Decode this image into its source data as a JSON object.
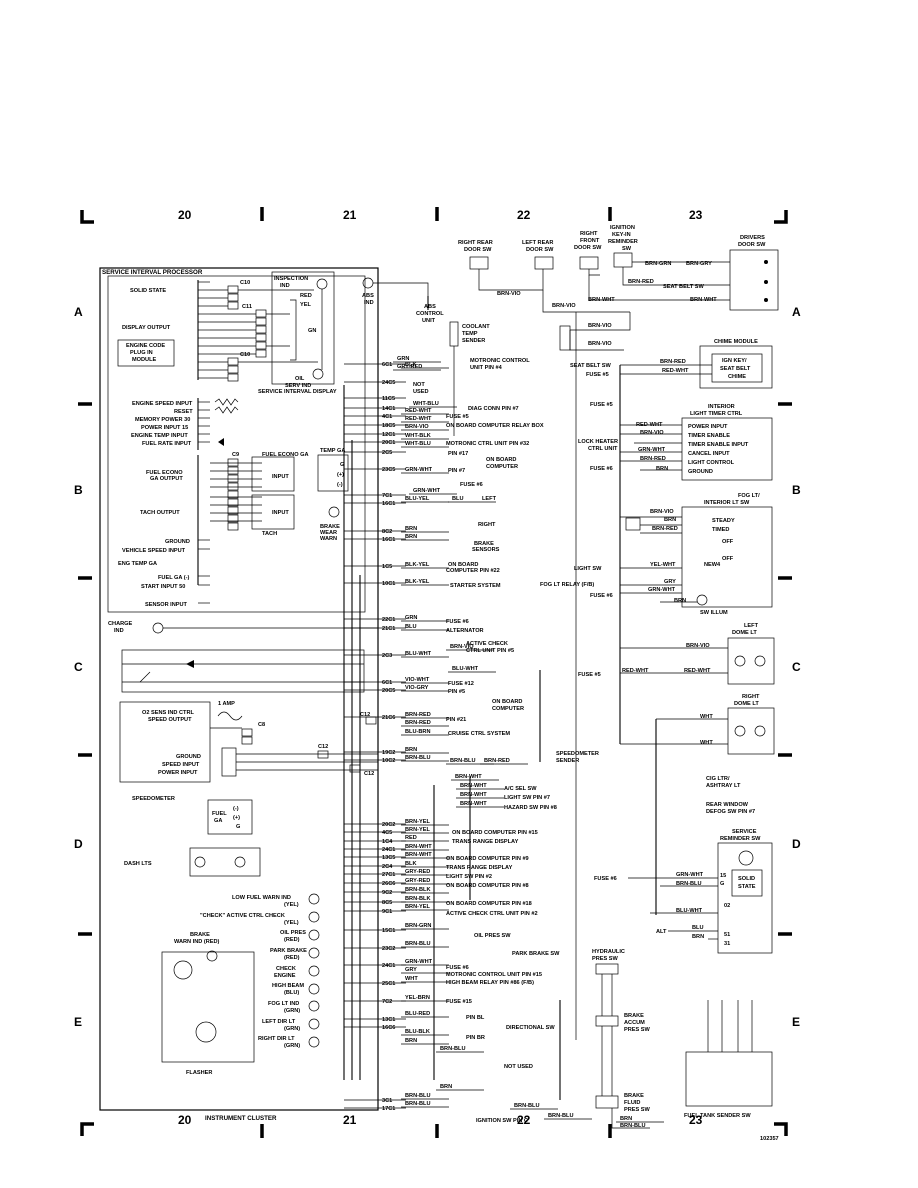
{
  "grid": {
    "columns": [
      "20",
      "21",
      "22",
      "23"
    ],
    "rows": [
      "A",
      "B",
      "C",
      "D",
      "E"
    ]
  },
  "modules": {
    "service_interval_processor": "SERVICE INTERVAL PROCESSOR",
    "solid_state": "SOLID STATE",
    "display_output": "DISPLAY OUTPUT",
    "engine_code_plug": [
      "ENGINE CODE",
      "PLUG IN",
      "MODULE"
    ],
    "inspection_ind": [
      "INSPECTION",
      "IND"
    ],
    "oil_serv_ind": [
      "OIL",
      "SERV IND"
    ],
    "service_interval_display": "SERVICE INTERVAL DISPLAY",
    "red": "RED",
    "yel": "YEL",
    "gn": "GN",
    "c10": "C10",
    "c11": "C11",
    "fuel_econo_ga": "FUEL ECONO GA",
    "c9": "C9",
    "input": "INPUT",
    "tach": "TACH",
    "temp_ga": "TEMP GA",
    "g": "G",
    "plus": "(+)",
    "minus": "(-)",
    "speedometer": "SPEEDOMETER",
    "o2_sens": [
      "O2 SENS IND CTRL",
      "SPEED OUTPUT"
    ],
    "one_amp": "1 AMP",
    "c8": "C8",
    "c12": "C12",
    "instrument_cluster": "INSTRUMENT CLUSTER",
    "flasher": "FLASHER",
    "brake_warn_ind": [
      "BRAKE",
      "WARN IND (RED)"
    ],
    "charge_ind": [
      "CHARGE",
      "IND"
    ],
    "dash_lts": "DASH LTS",
    "fuel_ga": [
      "FUEL",
      "GA"
    ]
  },
  "left_labels": [
    "ENGINE SPEED INPUT",
    "RESET",
    "MEMORY POWER 30",
    "POWER INPUT 15",
    "ENGINE TEMP INPUT",
    "FUEL RATE INPUT"
  ],
  "left_labels2": {
    "fuel_econo_output": [
      "FUEL ECONO",
      "GA OUTPUT"
    ],
    "tach_output": "TACH OUTPUT",
    "ground": "GROUND",
    "vehicle_speed_input": "VEHICLE SPEED INPUT",
    "eng_temp_ga": "ENG TEMP GA",
    "fuel_ga_neg": "FUEL GA (-)",
    "start_input_50": "START INPUT 50",
    "sensor_input": "SENSOR INPUT"
  },
  "speedo_labels": [
    "GROUND",
    "SPEED INPUT",
    "POWER INPUT"
  ],
  "warn_lamps": [
    "LOW FUEL WARN IND",
    "(YEL)",
    "\"CHECK\" ACTIVE CTRL CHECK",
    "(YEL)",
    "OIL PRES",
    "(RED)",
    "PARK BRAKE",
    "(RED)",
    "CHECK",
    "ENGINE",
    "HIGH BEAM",
    "(BLU)",
    "FOG LT IND",
    "(GRN)",
    "LEFT DIR LT",
    "(GRN)",
    "RIGHT DIR LT",
    "(GRN)"
  ],
  "pins": [
    "6C1",
    "24C5",
    "11C5",
    "14C1",
    "4C1",
    "18C5",
    "12C1",
    "20C1",
    "2C5",
    "23C5",
    "7C1",
    "16C1",
    "8C2",
    "16C1",
    "1C5",
    "10C1",
    "22C1",
    "21C1",
    "2C3",
    "6C1",
    "20C5",
    "21C6",
    "19C2",
    "10C2",
    "20C2",
    "4C5",
    "1C4",
    "24C1",
    "13C5",
    "2C4",
    "27C1",
    "26C6",
    "9C2",
    "8C5",
    "9C1",
    "15C1",
    "23C2",
    "24C1",
    "25C1",
    "7C2",
    "13C1",
    "16C6",
    "3C1",
    "17C1"
  ],
  "wires": [
    "GRN",
    "GRY-RED",
    "BLK",
    "WHT-BLU",
    "RED-WHT",
    "RED-WHT",
    "BRN-VIO",
    "WHT-BLK",
    "WHT-BLU",
    "GRN-WHT",
    "GRN-WHT",
    "BLU-YEL",
    "BLU",
    "BRN",
    "BRN",
    "BLK-YEL",
    "BLK-YEL",
    "GRN",
    "BLU",
    "BRN-VIO",
    "BLU-WHT",
    "BLU-WHT",
    "VIO-WHT",
    "VIO-GRY",
    "BRN-RED",
    "BRN-RED",
    "BLU-BRN",
    "BRN",
    "BRN-BLU",
    "BRN-BLU",
    "BRN-RED",
    "BRN-WHT",
    "BRN-WHT",
    "BRN-WHT",
    "BRN-WHT",
    "BRN-YEL",
    "BRN-YEL",
    "RED",
    "BRN-WHT",
    "BRN-WHT",
    "BLK",
    "GRY-RED",
    "GRY-RED",
    "BRN-BLK",
    "BRN-BLK",
    "BRN-YEL",
    "BRN-GRN",
    "BRN-BLU",
    "GRN-WHT",
    "GRY",
    "WHT",
    "YEL-BRN",
    "BLU-RED",
    "BLU-BLK",
    "BRN",
    "BRN-BLU",
    "BRN-BLU",
    "BRN-BLU",
    "BRN",
    "BRN-BLU",
    "BRN-BLU",
    "BRN"
  ],
  "destinations": [
    "MOTRONIC CONTROL",
    "UNIT PIN #4",
    "NOT",
    "USED",
    "DIAG CONN PIN #7",
    "FUSE #5",
    "ON BOARD COMPUTER RELAY BOX",
    "MOTRONIC CTRL UNIT PIN #32",
    "PIN #17",
    "PIN #7",
    "ON BOARD",
    "COMPUTER",
    "FUSE #6",
    "LEFT",
    "RIGHT",
    "BRAKE",
    "SENSORS",
    "ON BOARD",
    "COMPUTER PIN #22",
    "STARTER SYSTEM",
    "FUSE #6",
    "ALTERNATOR",
    "ACTIVE CHECK",
    "CTRL UNIT PIN #5",
    "FUSE #12",
    "PIN #5",
    "ON BOARD",
    "COMPUTER",
    "PIN #21",
    "CRUISE CTRL SYSTEM",
    "SPEEDOMETER",
    "SENDER",
    "A/C SEL SW",
    "LIGHT SW PIN #7",
    "HAZARD SW PIN #8",
    "ON BOARD COMPUTER PIN #15",
    "TRANS RANGE DISPLAY",
    "ON BOARD COMPUTER PIN #9",
    "TRANS RANGE DISPLAY",
    "LIGHT SW PIN #2",
    "ON BOARD COMPUTER PIN #8",
    "ON BOARD COMPUTER PIN #18",
    "ACTIVE CHECK CTRL UNIT PIN #2",
    "OIL PRES SW",
    "PARK BRAKE SW",
    "FUSE #6",
    "MOTRONIC CONTROL UNIT PIN #15",
    "HIGH BEAM RELAY PIN #86 (F/B)",
    "FUSE #15",
    "PIN BL",
    "PIN BR",
    "DIRECTIONAL SW",
    "NOT USED",
    "IGNITION SW PIN C"
  ],
  "top_components": {
    "right_rear_door_sw": [
      "RIGHT REAR",
      "DOOR SW"
    ],
    "left_rear_door_sw": [
      "LEFT REAR",
      "DOOR SW"
    ],
    "right_front_door_sw": [
      "RIGHT",
      "FRONT",
      "DOOR SW"
    ],
    "ignition_key_in": [
      "IGNITION",
      "KEY-IN",
      "REMINDER",
      "SW"
    ],
    "drivers_door_sw": [
      "DRIVERS",
      "DOOR SW"
    ],
    "seat_belt_sw": "SEAT BELT SW",
    "abs_ind": [
      "ABS",
      "IND"
    ],
    "abs_control_unit": [
      "ABS",
      "CONTROL",
      "UNIT"
    ],
    "coolant_temp_sender": [
      "COOLANT",
      "TEMP",
      "SENDER"
    ],
    "brake_wear_warn": [
      "BRAKE",
      "WEAR",
      "WARN"
    ],
    "wires": [
      "BRN-GRN",
      "BRN-GRY",
      "BRN-RED",
      "BRN-VIO",
      "BRN-VIO",
      "BRN-VIO",
      "BRN-VIO",
      "BRN-WHT",
      "BRN-WHT"
    ]
  },
  "right_side": {
    "chime_module": "CHIME MODULE",
    "chime_box": [
      "IGN KEY/",
      "SEAT BELT",
      "CHIME"
    ],
    "seat_belt_sw": "SEAT BELT SW",
    "fuse5": "FUSE #5",
    "fuse6": "FUSE #6",
    "interior_light_timer": [
      "INTERIOR",
      "LIGHT TIMER CTRL"
    ],
    "timer_pins": [
      "POWER INPUT",
      "TIMER ENABLE",
      "TIMER ENABLE INPUT",
      "CANCEL INPUT",
      "LIGHT CONTROL",
      "GROUND"
    ],
    "lock_heater": [
      "LOCK HEATER",
      "CTRL UNIT"
    ],
    "fog_interior_sw": [
      "FOG LT/",
      "INTERIOR LT SW"
    ],
    "steady": "STEADY",
    "timed": "TIMED",
    "off": "OFF",
    "new4": "NEW4",
    "light_sw": "LIGHT SW",
    "fog_lt_relay": "FOG LT RELAY (F/B)",
    "sw_illum": "SW ILLUM",
    "left_dome_lt": [
      "LEFT",
      "DOME LT"
    ],
    "right_dome_lt": [
      "RIGHT",
      "DOME LT"
    ],
    "cig_ltr": [
      "CIG LTR/",
      "ASHTRAY LT"
    ],
    "rear_window": [
      "REAR WINDOW",
      "DEFOG SW PIN #7"
    ],
    "service_reminder": [
      "SERVICE",
      "REMINDER SW"
    ],
    "solid_state": [
      "SOLID",
      "STATE"
    ],
    "alt": "ALT",
    "hydraulic_pres_sw": [
      "HYDRAULIC",
      "PRES SW"
    ],
    "brake_accum": [
      "BRAKE",
      "ACCUM",
      "PRES SW"
    ],
    "brake_fluid": [
      "BRAKE",
      "FLUID",
      "PRES SW"
    ],
    "fuel_tank_sender": "FUEL TANK SENDER SW",
    "numbers": [
      "15",
      "G",
      "02",
      "51",
      "31"
    ],
    "wires": [
      "BRN-RED",
      "RED-WHT",
      "RED-WHT",
      "BRN-VIO",
      "GRN-WHT",
      "BRN-RED",
      "BRN",
      "BRN-VIO",
      "BRN",
      "BRN-RED",
      "YEL-WHT",
      "GRY",
      "GRN-WHT",
      "BRN",
      "BRN-VIO",
      "RED-WHT",
      "RED-WHT",
      "WHT",
      "WHT",
      "GRN-WHT",
      "BRN-BLU",
      "BLU-WHT",
      "BLU",
      "BRN",
      "BRN-BLU",
      "BRN",
      "BRN",
      "BRN-YEL",
      "BRN-BLU",
      "BRN"
    ]
  },
  "footnote": "102357"
}
